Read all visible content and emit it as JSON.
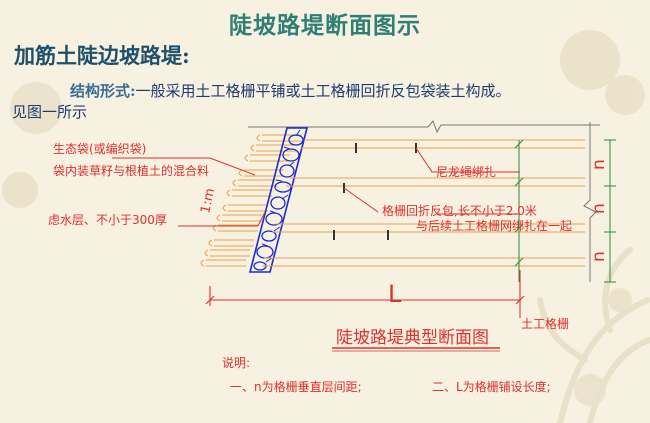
{
  "header": {
    "title": "陡坡路堤断面图示",
    "subtitle": "加筋土陡边坡路堤:"
  },
  "body": {
    "structure_label": "结构形式:",
    "structure_text": "一般采用土工格栅平铺或土工格栅回折反包袋装土构成。",
    "see_figure": "见图一所示"
  },
  "diagram": {
    "labels": {
      "eco_bag": "生态袋(或编织袋)",
      "bag_fill": "袋内装草籽与根植土的混合料",
      "filter_layer": "虑水层、不小于300厚",
      "slope": "1:m",
      "nylon_rope": "尼龙绳绑扎",
      "wrap_note_1": "格栅回折反包,长不小于2.0米",
      "wrap_note_2": "与后续土工格栅网绑扎在一起",
      "length": "L",
      "geogrid": "土工格栅",
      "layer_spacing": "n"
    },
    "caption": "陡坡路堤典型断面图",
    "notes_title": "说明:",
    "note_1": "一、n为格栅垂直层间距;",
    "note_2": "二、L为格栅铺设长度;"
  },
  "colors": {
    "title": "#2f7f76",
    "subtitle": "#1f4f6b",
    "body_text": "#1d3c6e",
    "annotation_red": "#e0302a",
    "drawing_blue": "#1a2bd1",
    "grid_orange": "#e8a24a",
    "dimension_green": "#2a8a3a",
    "background": "#f7f1e2"
  }
}
